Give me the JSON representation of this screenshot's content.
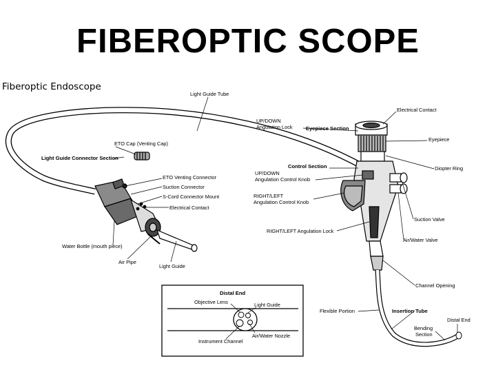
{
  "title": "FIBEROPTIC SCOPE",
  "subtitle": "Fiberoptic Endoscope",
  "labels": {
    "light_guide_tube": "Light Guide Tube",
    "electrical_contact_top": "Electrical Contact",
    "up_down_lock_1": "UP/DOWN",
    "up_down_lock_2": "Angulation Lock",
    "eyepiece_section": "Eyepiece Section",
    "eyepiece": "Eyepiece",
    "eto_cap": "ETO Cap (Venting Cap)",
    "light_guide_connector_section": "Light Guide Connector Section",
    "control_section": "Control Section",
    "diopter_ring": "Diopter Ring",
    "up_down_knob_1": "UP/DOWN",
    "up_down_knob_2": "Angulation Control Knob",
    "eto_venting_connector": "ETO Venting Connector",
    "suction_connector": "Suction Connector",
    "s_cord_connector_mount": "S-Cord Connector Mount",
    "electrical_contact_mid": "Electrical Contact",
    "right_left_knob_1": "RIGHT/LEFT",
    "right_left_knob_2": "Angulation Control Knob",
    "suction_valve": "Suction Valve",
    "right_left_lock": "RIGHT/LEFT Angulation Lock",
    "air_water_valve": "Air/Water Valve",
    "water_bottle": "Water Bottle (mouth piece)",
    "air_pipe": "Air Pipe",
    "light_guide": "Light Guide",
    "channel_opening": "Channel Opening",
    "distal_end_box_title": "Distal End",
    "objective_lens": "Objective Lens",
    "light_guide_inset": "Light Guide",
    "air_water_nozzle": "Air/Water Nozzle",
    "instrument_channel": "Instrument Channel",
    "flexible_portion": "Flexible Portion",
    "insertion_tube": "Insertion Tube",
    "distal_end": "Distal End",
    "bending_1": "Bending",
    "bending_2": "Section"
  }
}
